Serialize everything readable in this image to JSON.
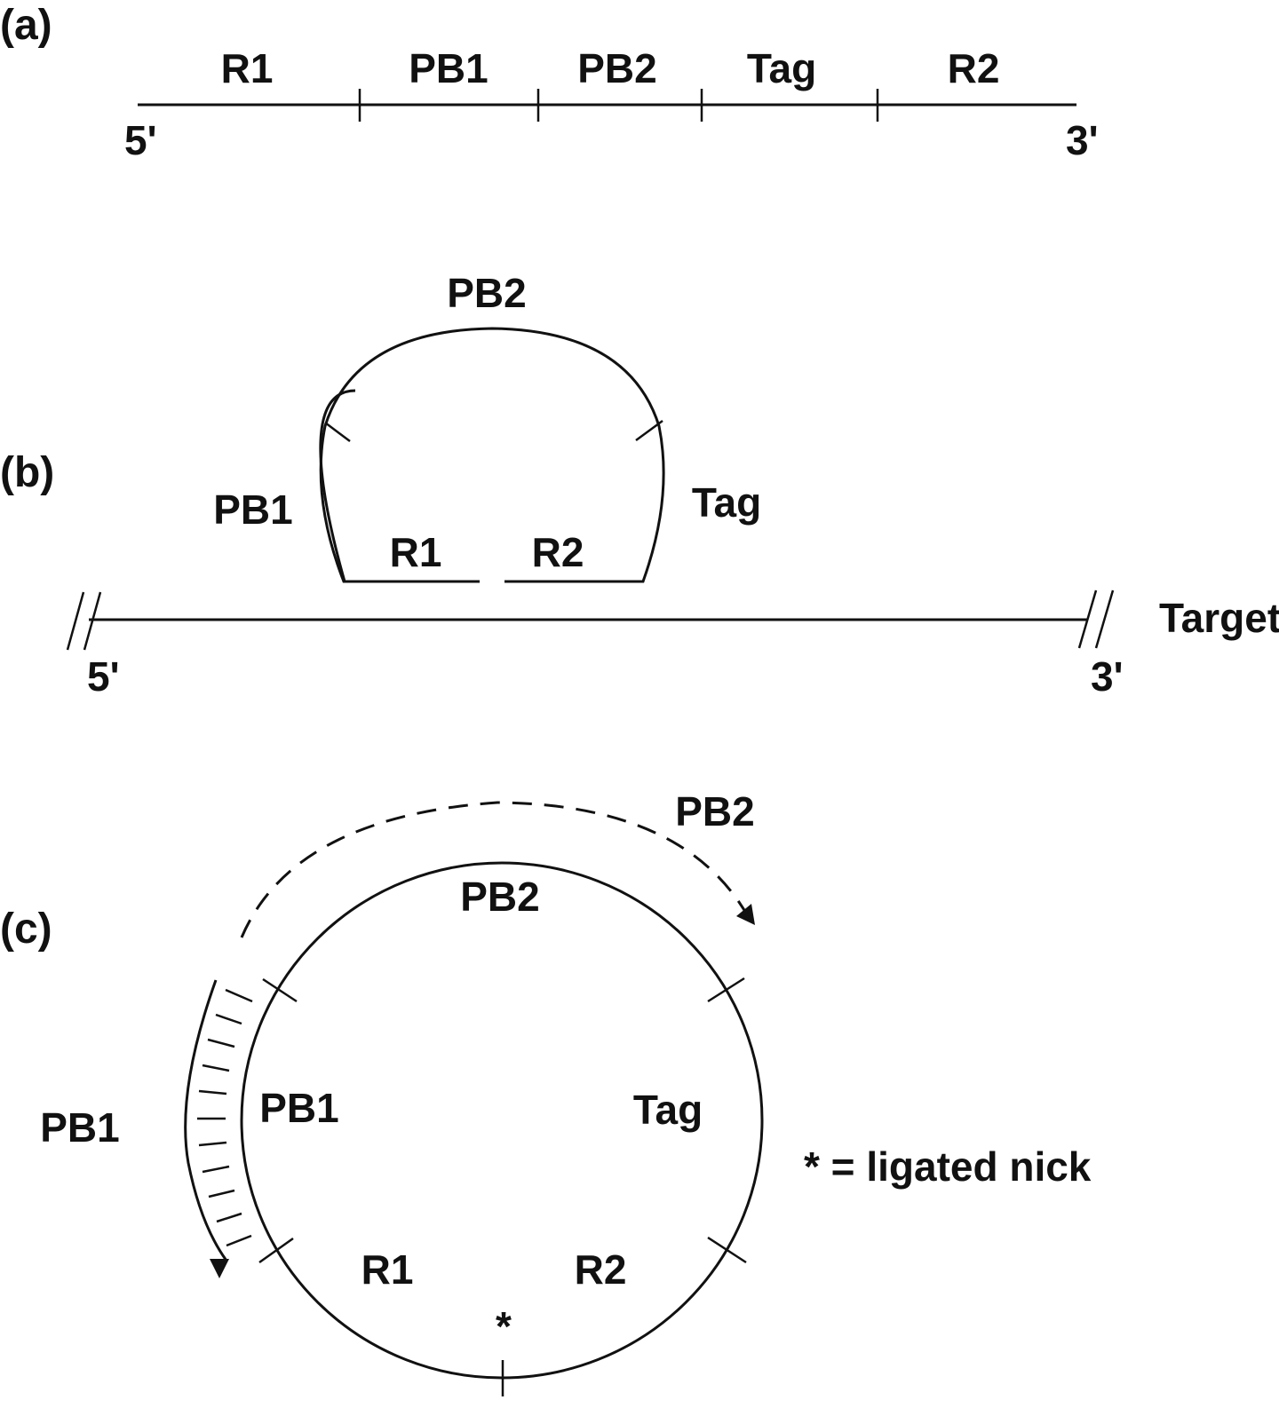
{
  "panels": {
    "a": {
      "label": "(a)",
      "segments": [
        {
          "name": "R1",
          "label": "R1"
        },
        {
          "name": "PB1",
          "label": "PB1"
        },
        {
          "name": "PB2",
          "label": "PB2"
        },
        {
          "name": "Tag",
          "label": "Tag"
        },
        {
          "name": "R2",
          "label": "R2"
        }
      ],
      "end5": "5'",
      "end3": "3'"
    },
    "b": {
      "label": "(b)",
      "loop_labels": {
        "pb2": "PB2",
        "pb1": "PB1",
        "tag": "Tag",
        "r1": "R1",
        "r2": "R2"
      },
      "target_label": "Target",
      "end5": "5'",
      "end3": "3'"
    },
    "c": {
      "label": "(c)",
      "inner_labels": {
        "pb2": "PB2",
        "pb1": "PB1",
        "tag": "Tag",
        "r1": "R1",
        "r2": "R2"
      },
      "outer_pb2": "PB2",
      "outer_pb1": "PB1",
      "nick_marker": "*",
      "legend": "* = ligated nick"
    }
  },
  "colors": {
    "ink": "#111111",
    "background": "#ffffff"
  }
}
